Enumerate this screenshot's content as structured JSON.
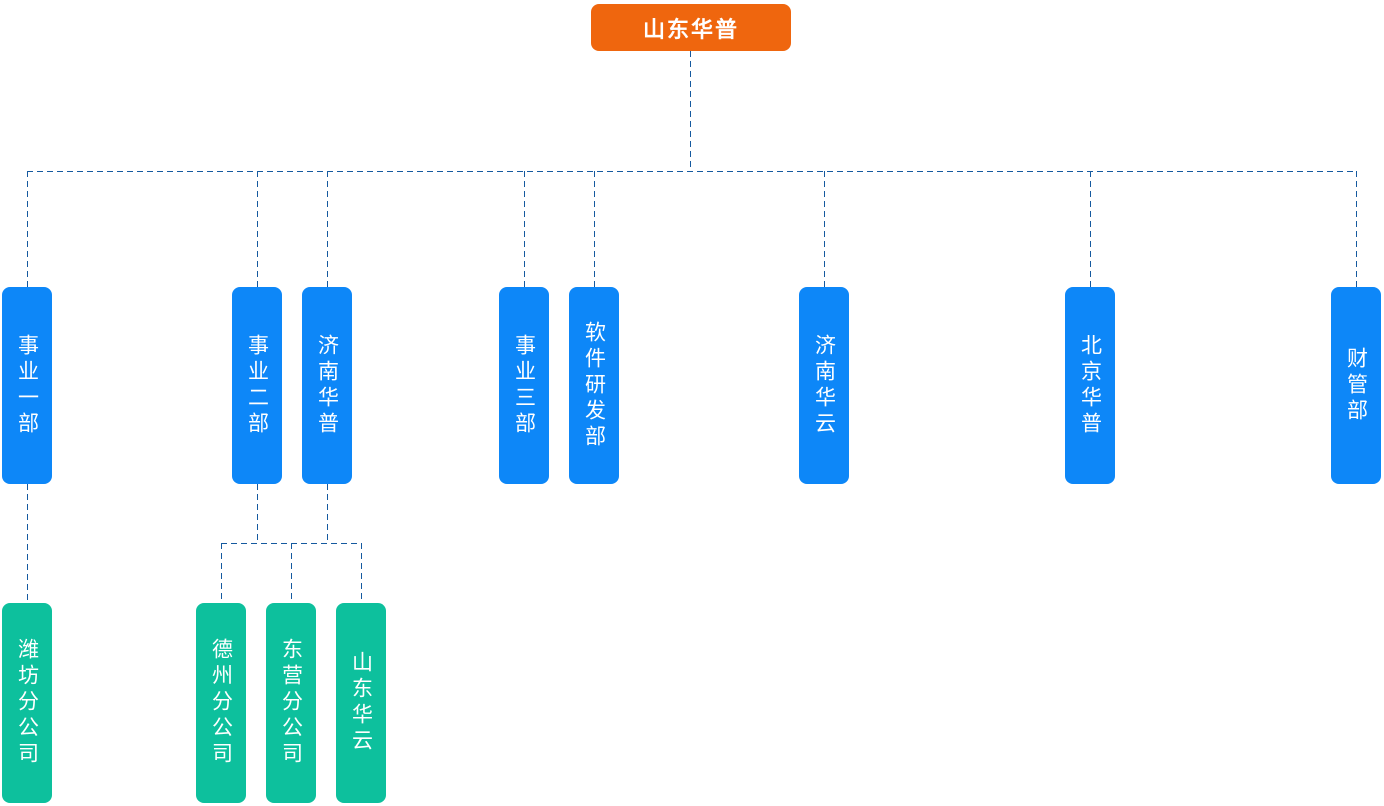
{
  "org_chart": {
    "root": {
      "label": "山东华普"
    },
    "level2_nodes": [
      {
        "label": "事业一部"
      },
      {
        "label": "事业二部"
      },
      {
        "label": "济南华普"
      },
      {
        "label": "事业三部"
      },
      {
        "label": "软件研发部"
      },
      {
        "label": "济南华云"
      },
      {
        "label": "北京华普"
      },
      {
        "label": "财管部"
      }
    ],
    "level3_nodes": [
      {
        "label": "潍坊分公司"
      },
      {
        "label": "德州分公司"
      },
      {
        "label": "东营分公司"
      },
      {
        "label": "山东华云"
      }
    ],
    "colors": {
      "root_bg": "#ef660e",
      "level2_bg": "#0d87f8",
      "level3_bg": "#0dc09d",
      "connector": "#15599f",
      "node_text": "#ffffff",
      "background": "#ffffff"
    }
  }
}
